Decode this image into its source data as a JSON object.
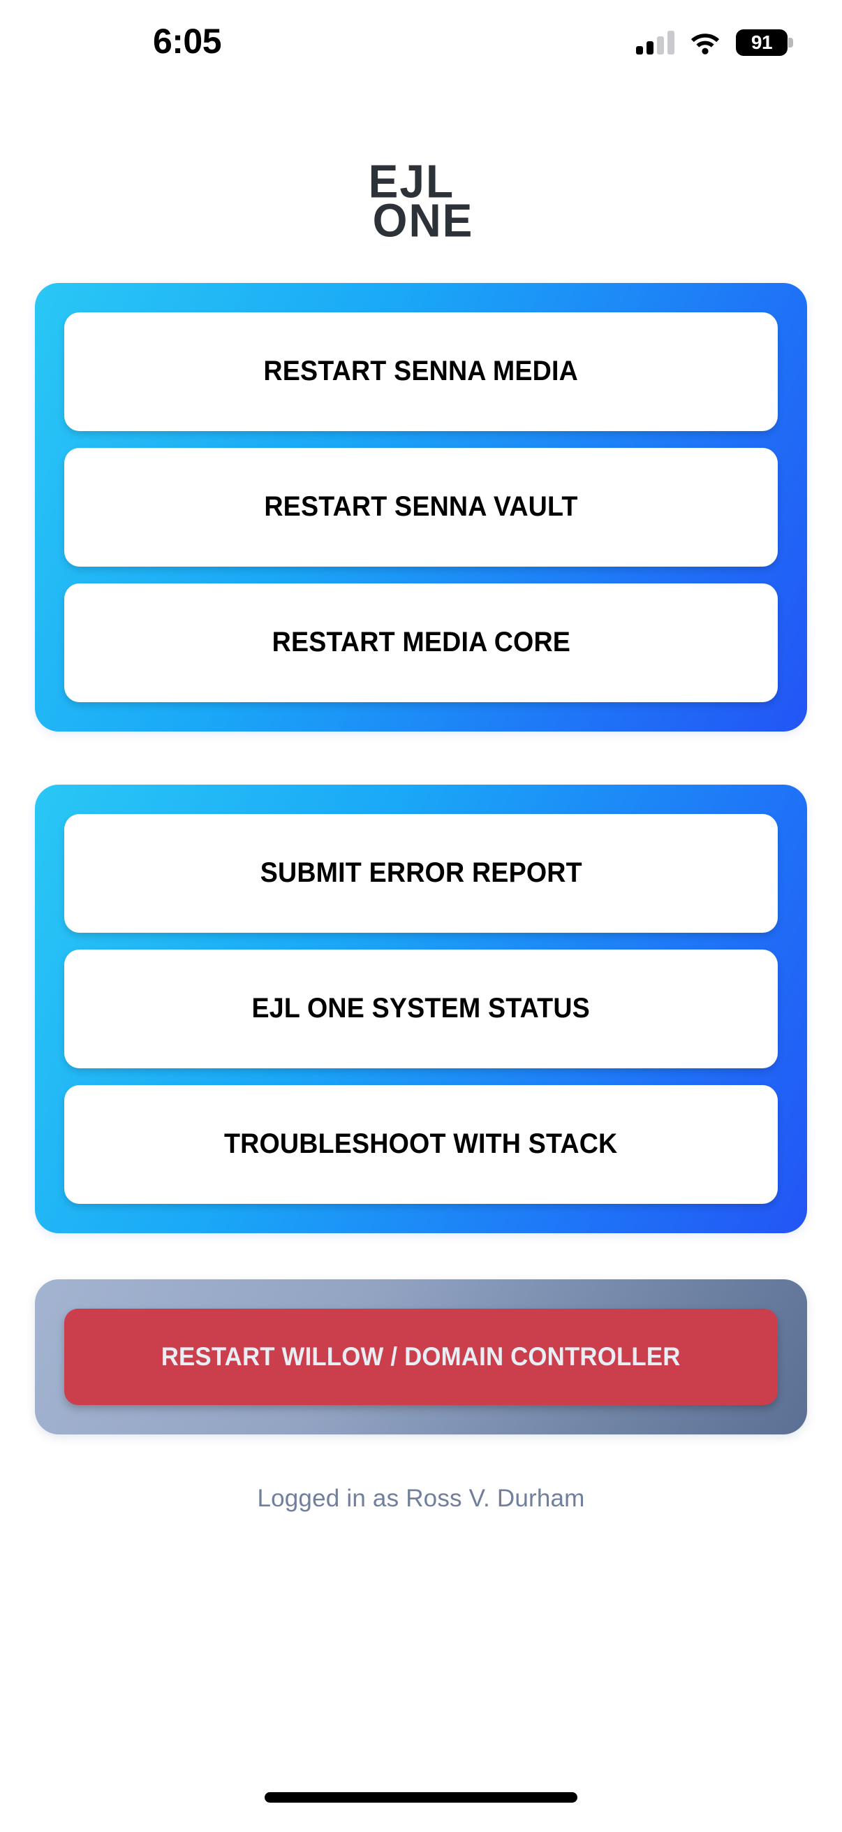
{
  "status_bar": {
    "time": "6:05",
    "battery_level": "91",
    "cellular_icon": "cellular-signal-icon",
    "wifi_icon": "wifi-icon",
    "battery_icon": "battery-icon",
    "signal_bars_filled": 2,
    "signal_bars_total": 4
  },
  "logo": {
    "line1": "EJL",
    "line2": "ONE",
    "color": "#2d3238"
  },
  "cards": [
    {
      "name": "service-restart-card",
      "style": "blue-gradient",
      "gradient_from": "#2ac7f5",
      "gradient_to": "#2355f5",
      "buttons": [
        {
          "label": "RESTART SENNA MEDIA"
        },
        {
          "label": "RESTART SENNA VAULT"
        },
        {
          "label": "RESTART MEDIA CORE"
        }
      ]
    },
    {
      "name": "support-tools-card",
      "style": "blue-gradient",
      "gradient_from": "#2ac7f5",
      "gradient_to": "#2355f5",
      "buttons": [
        {
          "label": "SUBMIT ERROR REPORT"
        },
        {
          "label": "EJL ONE SYSTEM STATUS"
        },
        {
          "label": "TROUBLESHOOT WITH STACK"
        }
      ]
    },
    {
      "name": "critical-actions-card",
      "style": "gray-gradient",
      "gradient_from": "#a3b4d1",
      "gradient_to": "#5b7094",
      "buttons": [
        {
          "label": "RESTART WILLOW / DOMAIN CONTROLLER",
          "variant": "danger",
          "color": "#cb3f4d"
        }
      ]
    }
  ],
  "footer": {
    "logged_in_text": "Logged in as Ross V. Durham",
    "color": "#6f7f9c"
  },
  "home_indicator": {
    "name": "home-indicator"
  }
}
